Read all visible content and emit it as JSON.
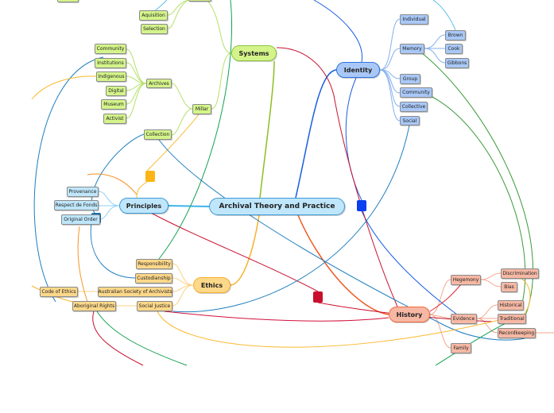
{
  "central": "Archival Theory and Practice",
  "systems": {
    "label": "Systems",
    "children": [
      "Aquisition",
      "Selection",
      "Community",
      "Institutions",
      "Indigenous",
      "Digital",
      "Museum",
      "Activist",
      "Archives",
      "Millar",
      "Collection"
    ]
  },
  "principles": {
    "label": "Principles",
    "children": [
      "Provenance",
      "Respect de Fonds",
      "Original Order"
    ]
  },
  "ethics": {
    "label": "Ethics",
    "children": [
      "Responsibility",
      "Custodianship",
      "Australian Society of Archivists",
      "Social Justice",
      "Code of Ethics",
      "Aboriginal Rights"
    ]
  },
  "identity": {
    "label": "Identity",
    "children": [
      "Individual",
      "Memory",
      "Group",
      "Community",
      "Collective",
      "Social",
      "Brown",
      "Cook",
      "Gibbons"
    ]
  },
  "history": {
    "label": "History",
    "children": [
      "Hegemony",
      "Evidence",
      "Family",
      "Discrimination",
      "Bias",
      "Historical",
      "Traditional",
      "Recordkeeping"
    ]
  },
  "colors": {
    "systems": "#d4f48a",
    "principles": "#bfe6fb",
    "identity": "#a9c8f7",
    "ethics": "#fdd88a",
    "history": "#f6b8a4"
  }
}
